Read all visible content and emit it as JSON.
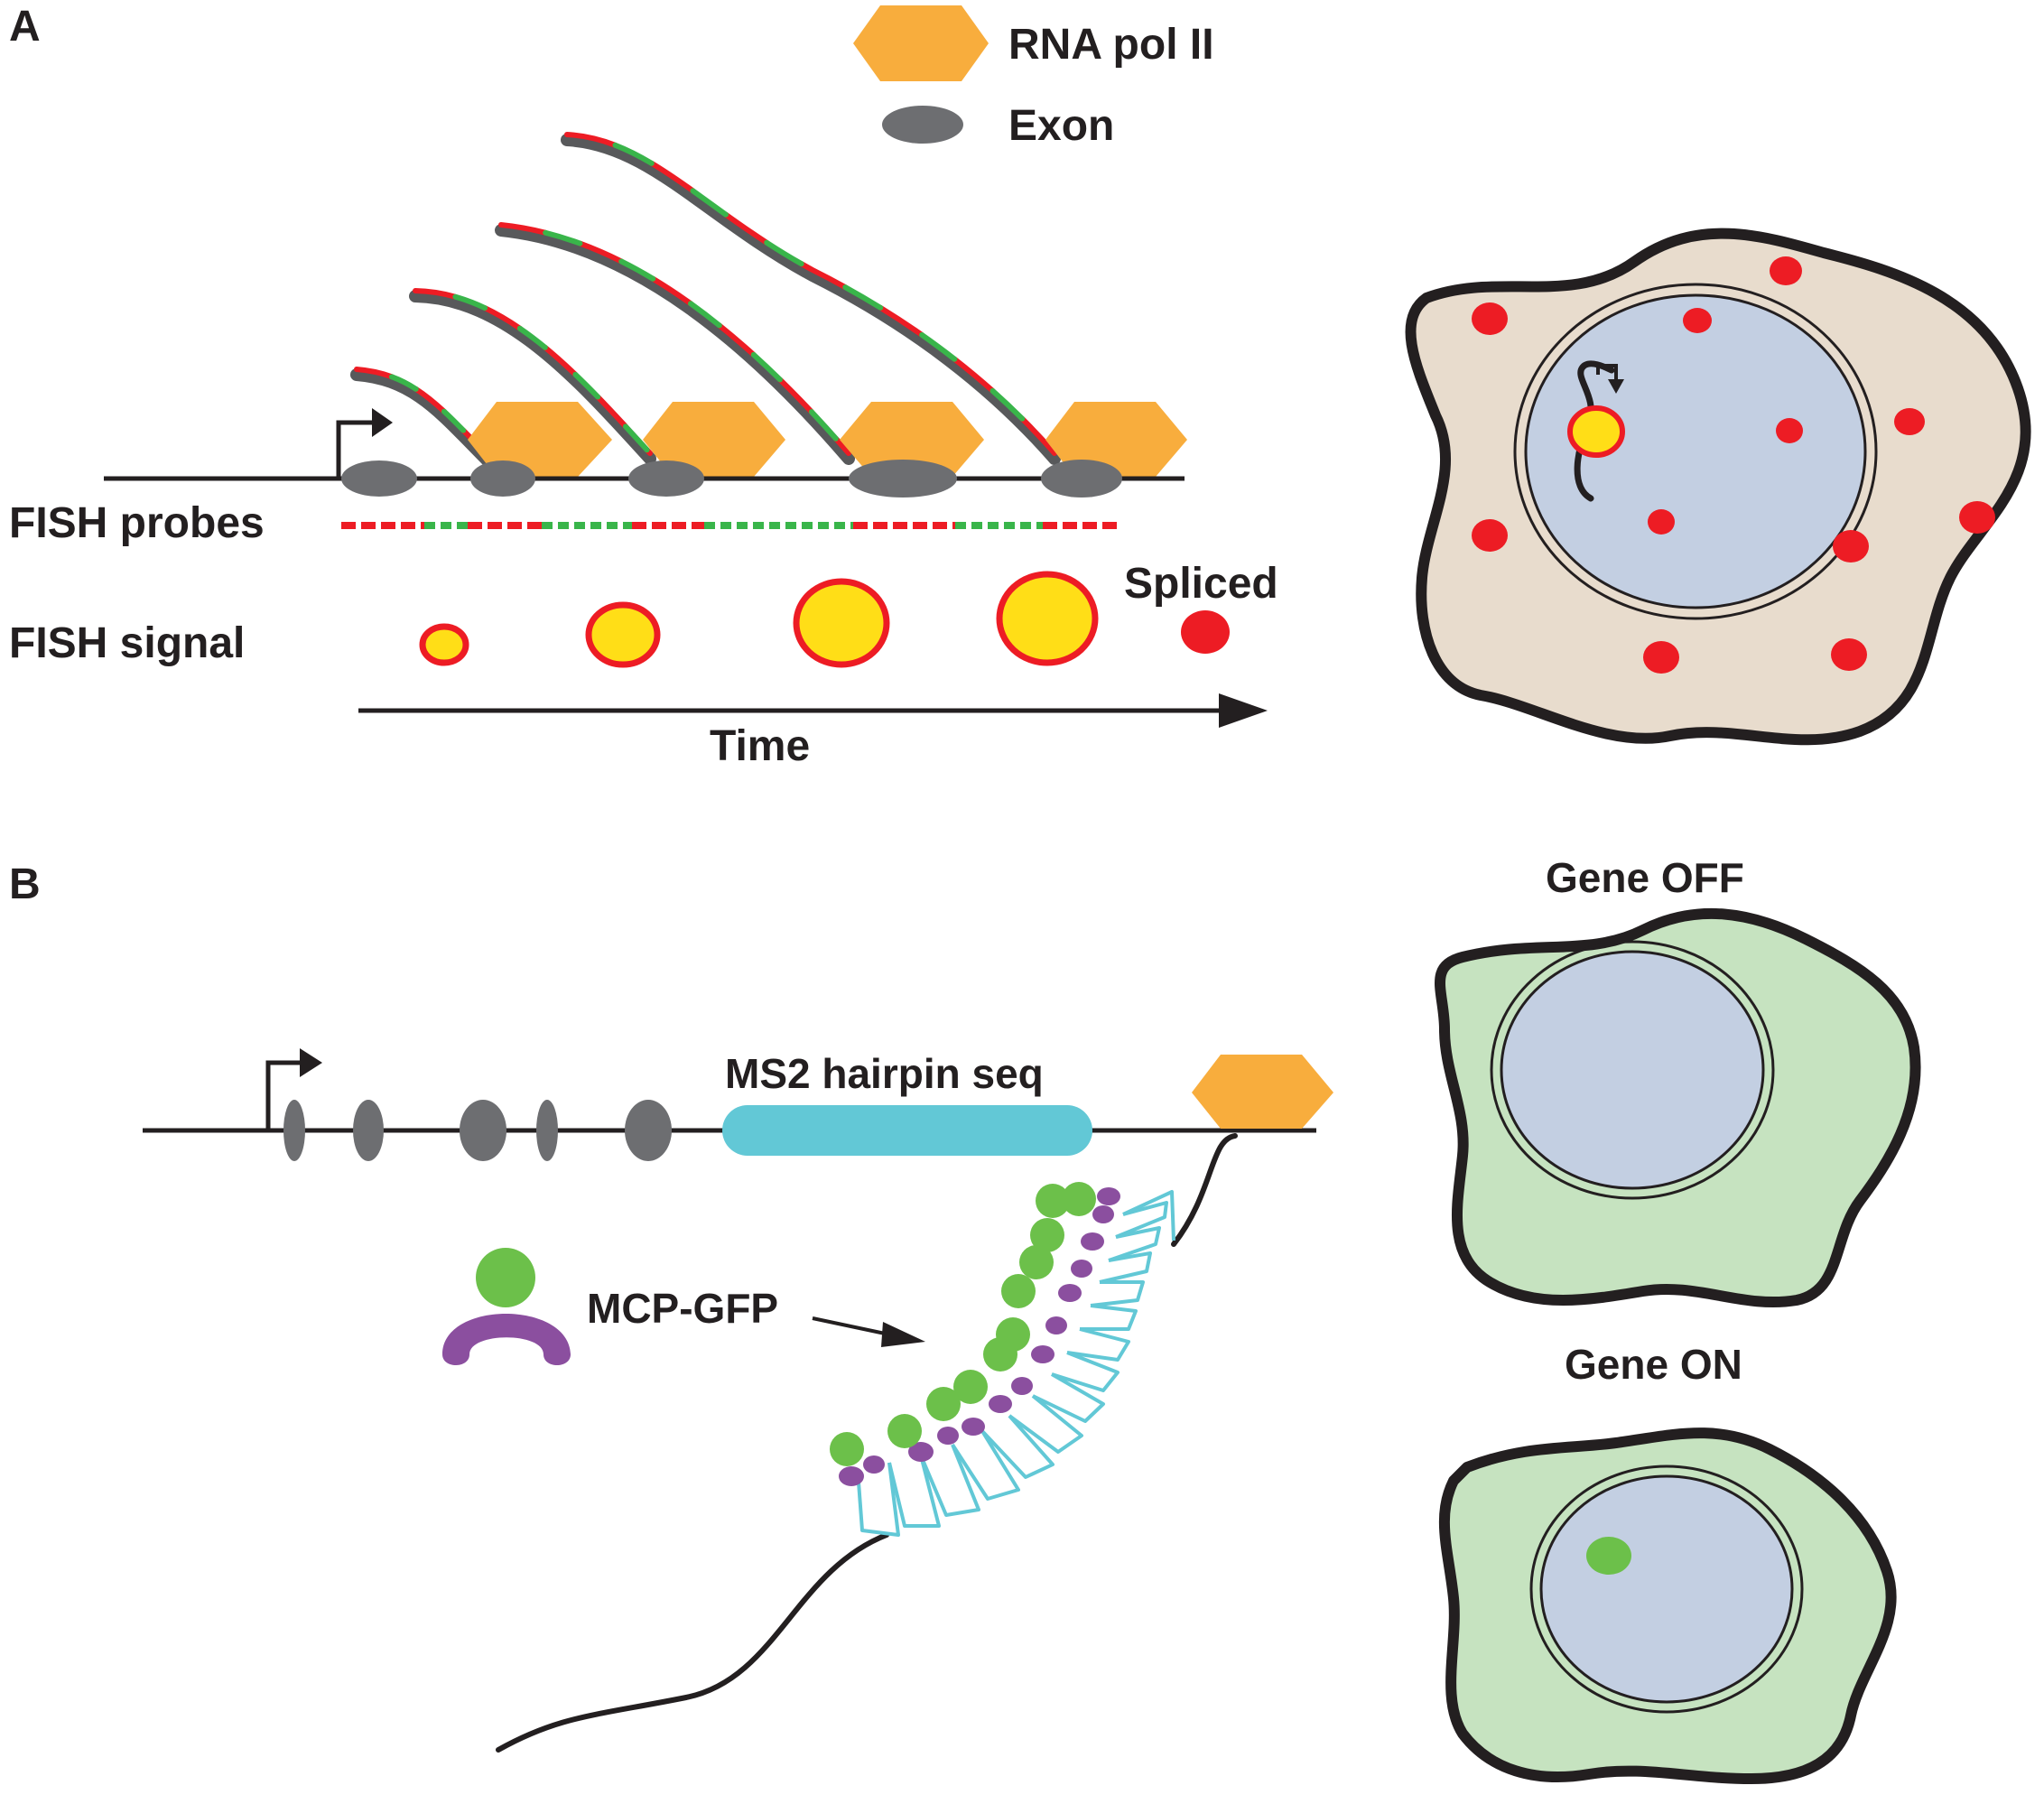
{
  "panel_a": {
    "letter": "A",
    "legend": {
      "rna_pol_label": "RNA pol II",
      "exon_label": "Exon"
    },
    "fish_probes_label": "FISH probes",
    "fish_signal_label": "FISH signal",
    "spliced_label": "Spliced",
    "time_label": "Time"
  },
  "panel_b": {
    "letter": "B",
    "ms2_label": "MS2 hairpin seq",
    "mcp_gfp_label": "MCP-GFP",
    "gene_off_label": "Gene OFF",
    "gene_on_label": "Gene ON"
  },
  "colors": {
    "rna_pol": "#f8ad3d",
    "exon": "#6d6e71",
    "probe_red": "#ed1c24",
    "probe_green": "#39b54a",
    "signal_yellow": "#ffde17",
    "cytoplasm_a": "#e8dccd",
    "nucleus": "#c3cfe2",
    "cytoplasm_b": "#c6e3c0",
    "ms2_cyan": "#62c8d6",
    "gfp_green": "#6cc04a",
    "mcp_purple": "#8b4f9f"
  }
}
